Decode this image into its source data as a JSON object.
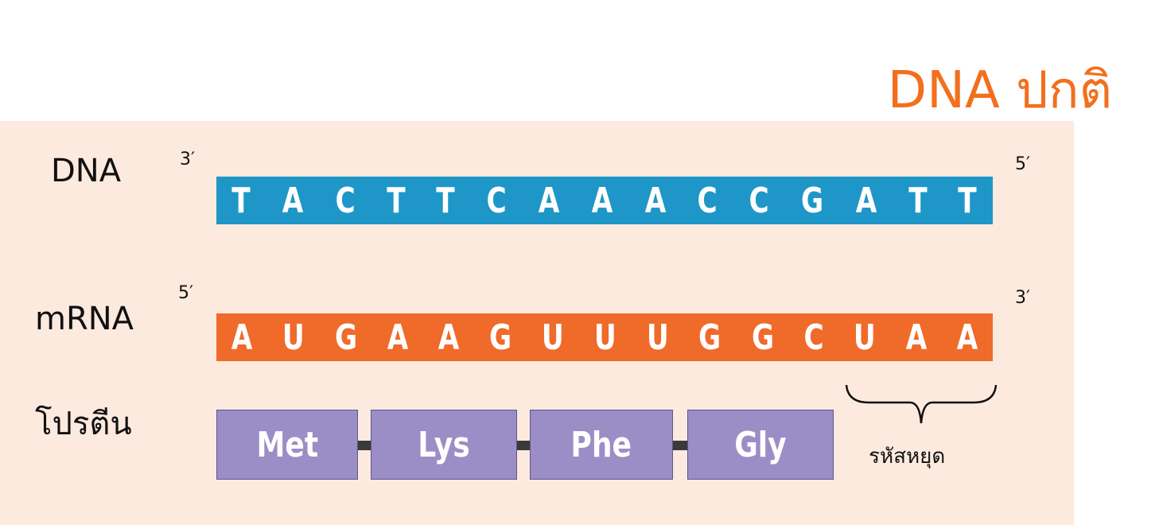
{
  "title": "DNA ปกติ",
  "colors": {
    "title": "#f36f1d",
    "dna_strand": "#1e97c8",
    "mrna_strand": "#f06a2a",
    "amino_acid": "#9b8ec6",
    "panel_background": "#fdeadf"
  },
  "dna": {
    "label": "DNA",
    "left_end": "3′",
    "right_end": "5′",
    "bases": [
      "T",
      "A",
      "C",
      "T",
      "T",
      "C",
      "A",
      "A",
      "A",
      "C",
      "C",
      "G",
      "A",
      "T",
      "T"
    ]
  },
  "mrna": {
    "label": "mRNA",
    "left_end": "5′",
    "right_end": "3′",
    "bases": [
      "A",
      "U",
      "G",
      "A",
      "A",
      "G",
      "U",
      "U",
      "U",
      "G",
      "G",
      "C",
      "U",
      "A",
      "A"
    ]
  },
  "protein": {
    "label": "โปรตีน",
    "amino_acids": [
      "Met",
      "Lys",
      "Phe",
      "Gly"
    ]
  },
  "stop_codon": {
    "label": "รหัสหยุด"
  }
}
